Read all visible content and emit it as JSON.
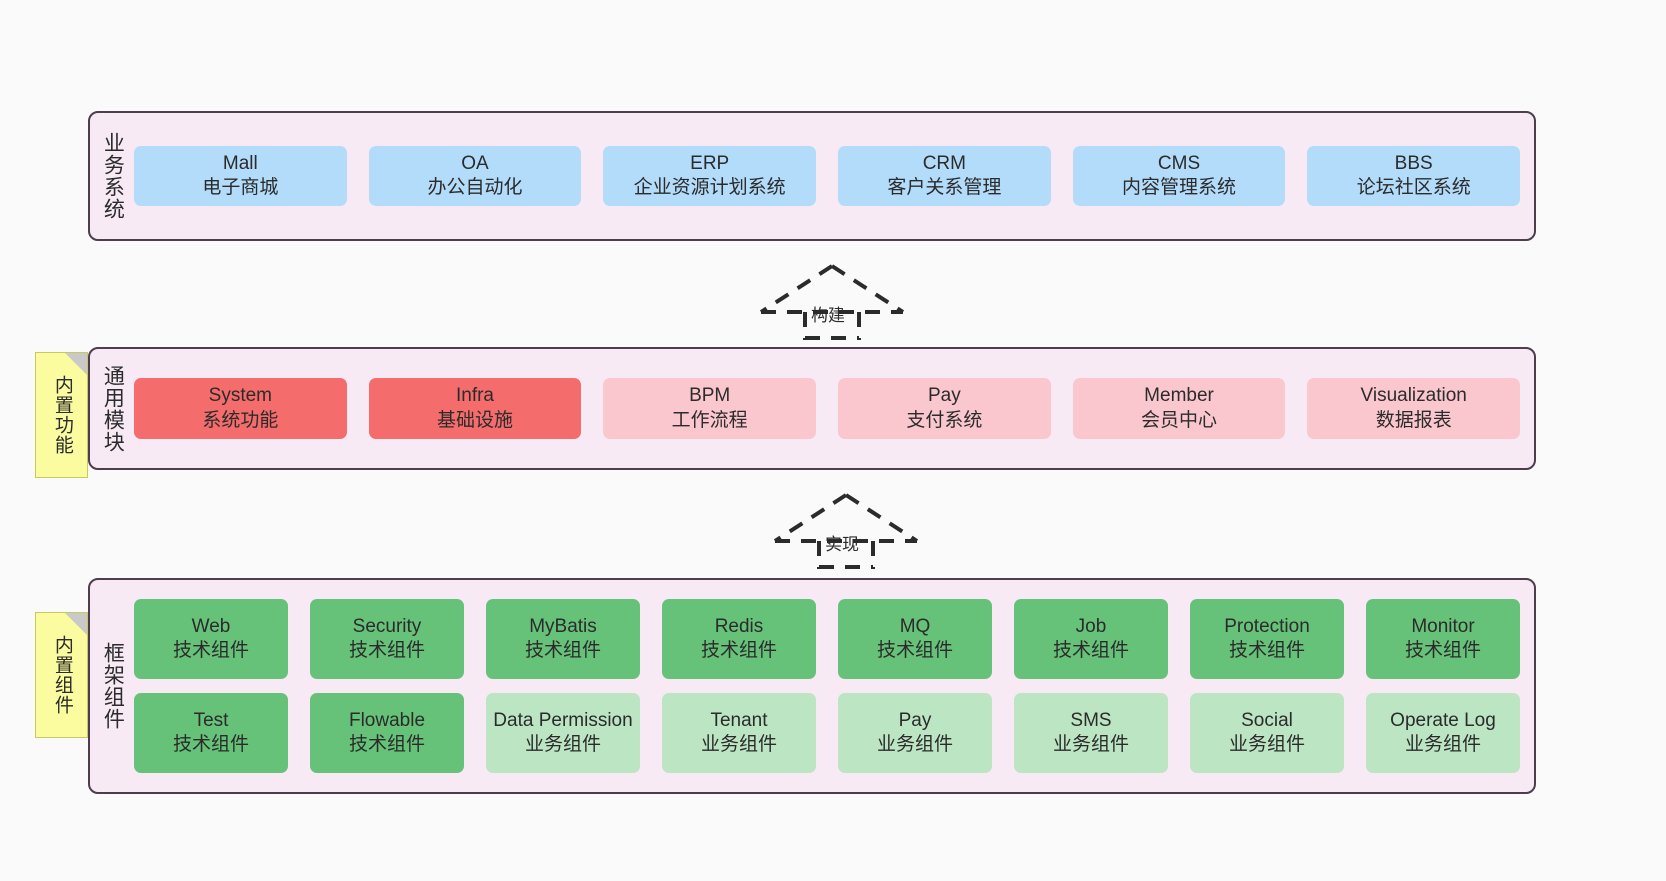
{
  "diagram": {
    "background_color": "#fafafa",
    "panel_color": "#f7eaf5",
    "panel_border_color": "#4d3d4d",
    "note_color": "#fbfba0"
  },
  "notes": [
    {
      "name": "builtin-function-note",
      "label": "内置功能"
    },
    {
      "name": "builtin-component-note",
      "label": "内置组件"
    }
  ],
  "connectors": [
    {
      "name": "build-connector",
      "label": "构建",
      "style": "dashed-hollow-triangle-up"
    },
    {
      "name": "implement-connector",
      "label": "实现",
      "style": "dashed-hollow-triangle-up"
    }
  ],
  "layers": [
    {
      "id": "business-systems",
      "title": "业务系统",
      "rows": [
        {
          "nodes": [
            {
              "en": "Mall",
              "cn": "电子商城",
              "color": "blue",
              "color_hex": "#b3dcfb"
            },
            {
              "en": "OA",
              "cn": "办公自动化",
              "color": "blue",
              "color_hex": "#b3dcfb"
            },
            {
              "en": "ERP",
              "cn": "企业资源计划系统",
              "color": "blue",
              "color_hex": "#b3dcfb"
            },
            {
              "en": "CRM",
              "cn": "客户关系管理",
              "color": "blue",
              "color_hex": "#b3dcfb"
            },
            {
              "en": "CMS",
              "cn": "内容管理系统",
              "color": "blue",
              "color_hex": "#b3dcfb"
            },
            {
              "en": "BBS",
              "cn": "论坛社区系统",
              "color": "blue",
              "color_hex": "#b3dcfb"
            }
          ]
        }
      ]
    },
    {
      "id": "common-modules",
      "title": "通用模块",
      "rows": [
        {
          "nodes": [
            {
              "en": "System",
              "cn": "系统功能",
              "color": "red",
              "color_hex": "#f56c6c"
            },
            {
              "en": "Infra",
              "cn": "基础设施",
              "color": "red",
              "color_hex": "#f56c6c"
            },
            {
              "en": "BPM",
              "cn": "工作流程",
              "color": "pink",
              "color_hex": "#fbc7ce"
            },
            {
              "en": "Pay",
              "cn": "支付系统",
              "color": "pink",
              "color_hex": "#fbc7ce"
            },
            {
              "en": "Member",
              "cn": "会员中心",
              "color": "pink",
              "color_hex": "#fbc7ce"
            },
            {
              "en": "Visualization",
              "cn": "数据报表",
              "color": "pink",
              "color_hex": "#fbc7ce"
            }
          ]
        }
      ]
    },
    {
      "id": "framework-components",
      "title": "框架组件",
      "rows": [
        {
          "nodes": [
            {
              "en": "Web",
              "cn": "技术组件",
              "color": "green",
              "color_hex": "#67c279"
            },
            {
              "en": "Security",
              "cn": "技术组件",
              "color": "green",
              "color_hex": "#67c279"
            },
            {
              "en": "MyBatis",
              "cn": "技术组件",
              "color": "green",
              "color_hex": "#67c279"
            },
            {
              "en": "Redis",
              "cn": "技术组件",
              "color": "green",
              "color_hex": "#67c279"
            },
            {
              "en": "MQ",
              "cn": "技术组件",
              "color": "green",
              "color_hex": "#67c279"
            },
            {
              "en": "Job",
              "cn": "技术组件",
              "color": "green",
              "color_hex": "#67c279"
            },
            {
              "en": "Protection",
              "cn": "技术组件",
              "color": "green",
              "color_hex": "#67c279"
            },
            {
              "en": "Monitor",
              "cn": "技术组件",
              "color": "green",
              "color_hex": "#67c279"
            }
          ]
        },
        {
          "nodes": [
            {
              "en": "Test",
              "cn": "技术组件",
              "color": "green",
              "color_hex": "#67c279"
            },
            {
              "en": "Flowable",
              "cn": "技术组件",
              "color": "green",
              "color_hex": "#67c279"
            },
            {
              "en": "Data Permission",
              "cn": "业务组件",
              "color": "lgreen",
              "color_hex": "#bce6c3"
            },
            {
              "en": "Tenant",
              "cn": "业务组件",
              "color": "lgreen",
              "color_hex": "#bce6c3"
            },
            {
              "en": "Pay",
              "cn": "业务组件",
              "color": "lgreen",
              "color_hex": "#bce6c3"
            },
            {
              "en": "SMS",
              "cn": "业务组件",
              "color": "lgreen",
              "color_hex": "#bce6c3"
            },
            {
              "en": "Social",
              "cn": "业务组件",
              "color": "lgreen",
              "color_hex": "#bce6c3"
            },
            {
              "en": "Operate Log",
              "cn": "业务组件",
              "color": "lgreen",
              "color_hex": "#bce6c3"
            }
          ]
        }
      ]
    }
  ]
}
